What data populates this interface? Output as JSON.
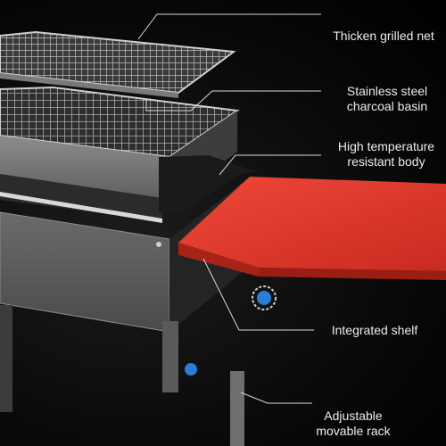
{
  "callouts": [
    {
      "id": "net",
      "text": "Thicken grilled net"
    },
    {
      "id": "basin",
      "line1": "Stainless steel",
      "line2": "charcoal basin"
    },
    {
      "id": "body",
      "line1": "High temperature",
      "line2": "resistant body"
    },
    {
      "id": "shelf",
      "text": "Integrated shelf"
    },
    {
      "id": "rack",
      "line1": "Adjustable",
      "line2": "movable rack"
    }
  ],
  "colors": {
    "background": "#000000",
    "shelf_red": "#e8392c",
    "steel": "#9a9a9a",
    "leader_line": "#d8d8d8",
    "knob_blue": "#2a7fd4"
  }
}
